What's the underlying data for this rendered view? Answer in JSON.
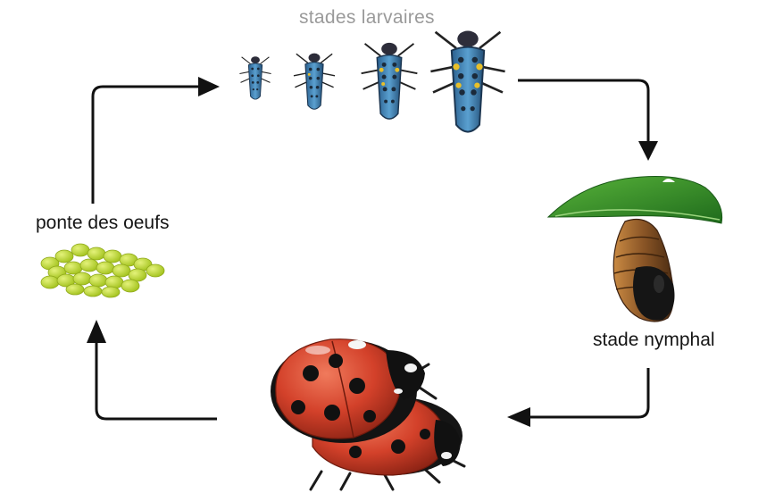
{
  "diagram": {
    "stages": {
      "larval": "stades larvaires",
      "eggs": "ponte des oeufs",
      "nymph": "stade nymphal"
    },
    "colors": {
      "arrow": "#111111",
      "larva_body": "#3f7fb0",
      "larva_spots": "#e8c02a",
      "egg": "#b8d430",
      "leaf": "#2f8a2a",
      "pupa": "#7a4a22",
      "ladybird_red": "#d3412a",
      "ladybird_black": "#111111"
    },
    "icons": [
      "larva-icon",
      "egg-cluster-icon",
      "leaf-icon",
      "pupa-icon",
      "ladybird-icon"
    ]
  }
}
